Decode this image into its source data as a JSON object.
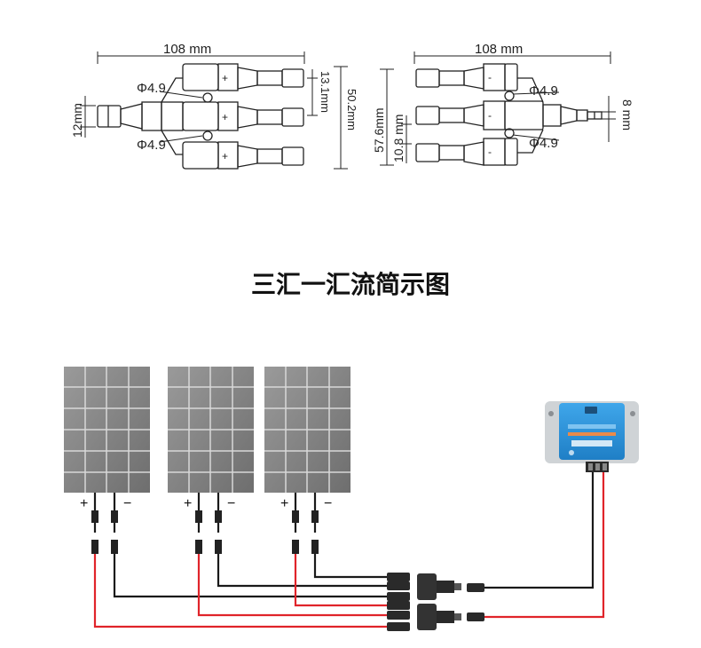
{
  "top_diagram": {
    "left": {
      "width_label": "108 mm",
      "diameter_top": "Φ4.9",
      "diameter_bottom": "Φ4.9",
      "height_main": "12mm",
      "pitch": "13.1mm",
      "total_height": "50.2mm",
      "polarity": "+"
    },
    "right": {
      "width_label": "108 mm",
      "diameter_top": "Φ4.9",
      "diameter_bottom": "Φ4.9",
      "total_height": "57.6mm",
      "pitch": "10.8 mm",
      "height_main": "8 mm",
      "polarity": "-"
    }
  },
  "title": "三汇一汇流简示图",
  "wiring": {
    "plus": "+",
    "minus": "−",
    "colors": {
      "negative": "#1a1a1a",
      "positive": "#e0242a",
      "controller": "#2a8fd6"
    }
  }
}
